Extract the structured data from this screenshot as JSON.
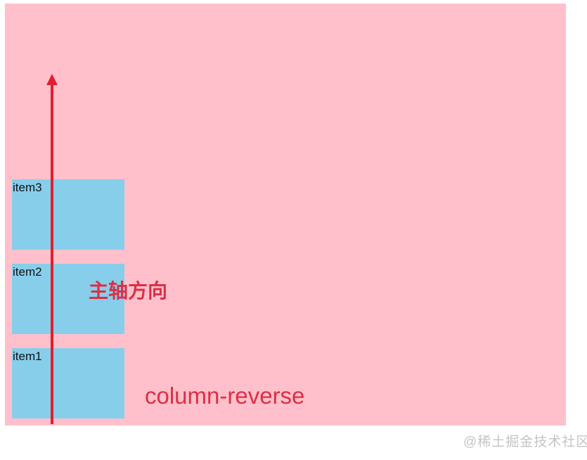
{
  "items": [
    {
      "label": "item1"
    },
    {
      "label": "item2"
    },
    {
      "label": "item3"
    }
  ],
  "annotations": {
    "main_axis_label": "主轴方向",
    "direction_label": "column-reverse"
  },
  "watermark": {
    "text": "@稀土掘金技术社区"
  },
  "colors": {
    "page_background": "#ffffff",
    "container_background": "#ffc0cb",
    "item_background": "#87ceeb",
    "item_label": "#111111",
    "arrow": "#e11f2f",
    "annotation_text": "#dc2f45",
    "watermark": "#c4c4c4"
  }
}
